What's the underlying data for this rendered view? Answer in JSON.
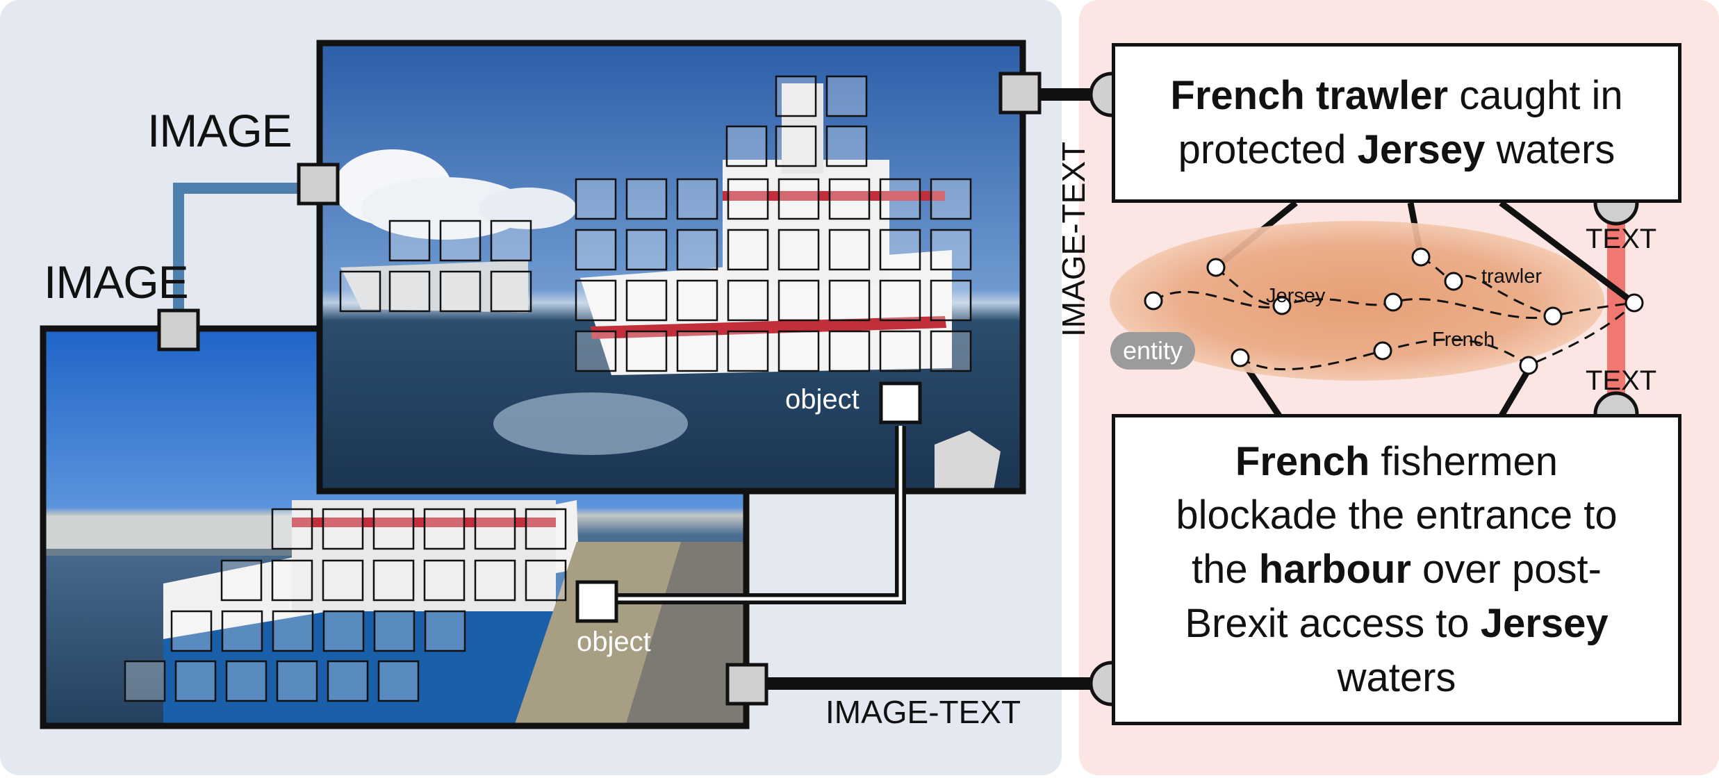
{
  "labels": {
    "image_top": "IMAGE",
    "image_bottom": "IMAGE",
    "image_text_vertical": "IMAGE-TEXT",
    "image_text_bottom": "IMAGE-TEXT",
    "object_top": "object",
    "object_bottom": "object",
    "text_top": "TEXT",
    "text_bottom": "TEXT",
    "entity": "entity"
  },
  "entities": {
    "jersey": "Jersey",
    "trawler": "trawler",
    "french": "French"
  },
  "headline_top": {
    "bold1": "French trawler",
    "rest1": " caught in",
    "line2a": "protected ",
    "bold2": "Jersey",
    "line2b": " waters"
  },
  "headline_bottom": {
    "bold1": "French",
    "rest1": " fishermen",
    "line2": "blockade the entrance to",
    "line3a": "the ",
    "bold3": "harbour",
    "line3b": " over post-",
    "line4a": "Brexit access to ",
    "bold4": "Jersey",
    "line5": "waters"
  },
  "colors": {
    "image_panel": "#e4e9f1",
    "text_panel": "#fbe6e3",
    "entity_blob": "#e7a47a",
    "image_link": "#4e7fae",
    "text_link": "#f07870",
    "node_fill": "#cfcfcf",
    "edge": "#111111"
  }
}
